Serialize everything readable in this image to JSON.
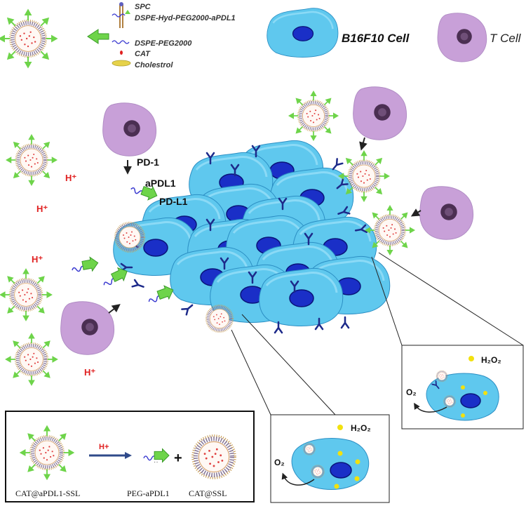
{
  "legend": {
    "items": [
      {
        "label": "SPC",
        "icon": "lipid-icon"
      },
      {
        "label": "DSPE-Hyd-PEG2000-aPDL1",
        "icon": "peg-antibody-icon"
      },
      {
        "label": "DSPE-PEG2000",
        "icon": "peg-chain-icon"
      },
      {
        "label": "CAT",
        "icon": "catalase-dot-icon"
      },
      {
        "label": "Cholestrol",
        "icon": "cholesterol-ellipse-icon"
      }
    ],
    "b16_label": "B16F10 Cell",
    "tcell_label": "T Cell"
  },
  "main": {
    "pd1_label": "PD-1",
    "apdl1_label": "aPDL1",
    "pdl1_label": "PD-L1",
    "hplus": [
      "H⁺",
      "H⁺",
      "H⁺",
      "H⁺"
    ]
  },
  "insets": {
    "h2o2": "H₂O₂",
    "o2": "O₂"
  },
  "reaction": {
    "left_label": "CAT@aPDL1-SSL",
    "arrow_label": "H+",
    "mid_label": "PEG-aPDL1",
    "plus": "+",
    "right_label": "CAT@SSL"
  },
  "colors": {
    "cell_fill": "#5fc8ee",
    "cell_stroke": "#2c8fc4",
    "nucleus": "#1a2fc7",
    "tcell": "#c8a0d8",
    "tcell_nucleus": "#4b2f52",
    "antibody_green": "#6ed44a",
    "receptor": "#1d2a8a",
    "hplus": "#e02020"
  }
}
